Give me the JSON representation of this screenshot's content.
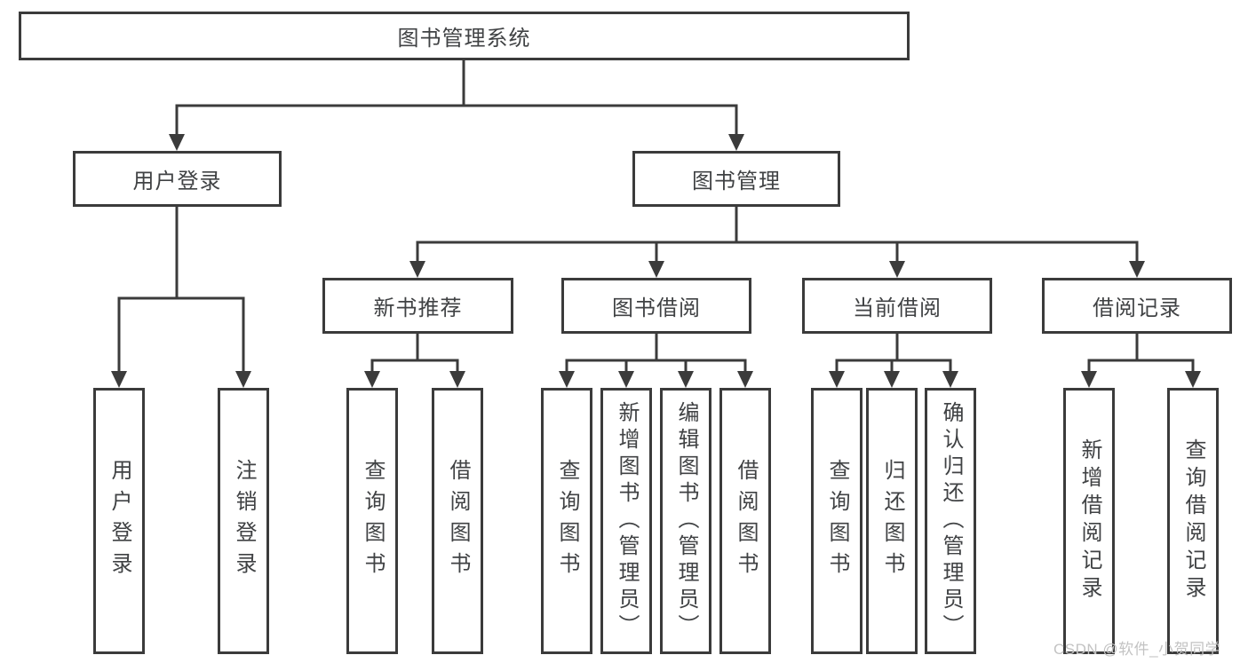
{
  "diagram": {
    "root": {
      "label": "图书管理系统"
    },
    "level2": [
      {
        "label": "用户登录"
      },
      {
        "label": "图书管理"
      }
    ],
    "level3": [
      {
        "label": "新书推荐"
      },
      {
        "label": "图书借阅"
      },
      {
        "label": "当前借阅"
      },
      {
        "label": "借阅记录"
      }
    ],
    "leaves": {
      "user_login": [
        {
          "label": "用户登录"
        },
        {
          "label": "注销登录"
        }
      ],
      "new_book_recommend": [
        {
          "label": "查询图书"
        },
        {
          "label": "借阅图书"
        }
      ],
      "book_borrow": [
        {
          "label": "查询图书"
        },
        {
          "label": "新增图书（管理员）"
        },
        {
          "label": "编辑图书（管理员）"
        },
        {
          "label": "借阅图书"
        }
      ],
      "current_borrow": [
        {
          "label": "查询图书"
        },
        {
          "label": "归还图书"
        },
        {
          "label": "确认归还（管理员）"
        }
      ],
      "borrow_records": [
        {
          "label": "新增借阅记录"
        },
        {
          "label": "查询借阅记录"
        }
      ]
    },
    "watermark": "CSDN @软件_小贺同学",
    "colors": {
      "line": "#3b3b3b",
      "text": "#404244",
      "watermark": "#c3c3c3",
      "background": "#ffffff"
    }
  }
}
